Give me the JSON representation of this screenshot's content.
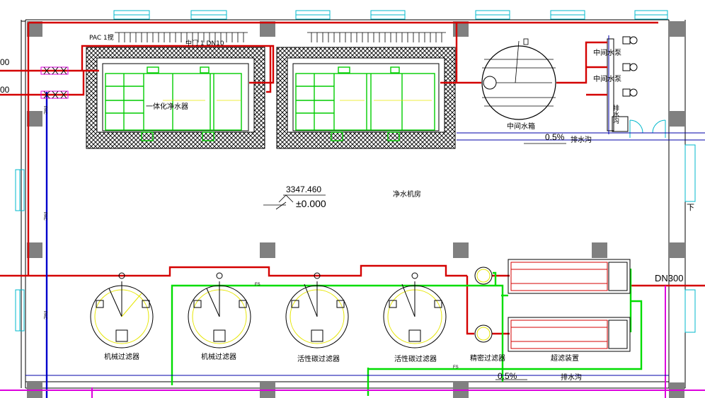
{
  "labels": {
    "integrated_purifier": "一体化净水器",
    "intermediate_tank": "中间水箱",
    "intermediate_pump_1": "中间水泵",
    "intermediate_pump_2": "中间水泵",
    "drain_ditch_top": "排水沟",
    "drain_ditch_bottom": "排水沟",
    "drain_ditch_side": "排水沟",
    "slope_top": "0.5%",
    "slope_bottom": "0.5%",
    "elevation_absolute": "3347.460",
    "elevation_relative": "±0.000",
    "room_name": "净水机房",
    "mech_filter_1": "机械过滤器",
    "mech_filter_2": "机械过滤器",
    "carbon_filter_1": "活性碳过滤器",
    "carbon_filter_2": "活性碳过滤器",
    "precision_filter": "精密过滤器",
    "uf_unit": "超滤装置",
    "pipe_dn300": "DN300",
    "inlet_value_1": "00",
    "inlet_value_2": "00",
    "top_header_text_1": "PAC 1搅",
    "top_header_text_2": "中门 1 DN10",
    "pipe_tag_pac": "PAC",
    "pipe_tag_fs": "FS",
    "stair_down": "下"
  },
  "colors": {
    "raw_water_pipe": "#d40000",
    "product_water_pipe": "#00dd00",
    "dosing_pipe": "#0000cc",
    "drain_pipe": "#dd00dd",
    "window_cyan": "#00b8cc",
    "column_gray": "#808080",
    "equipment_yellow": "#e6e600"
  }
}
